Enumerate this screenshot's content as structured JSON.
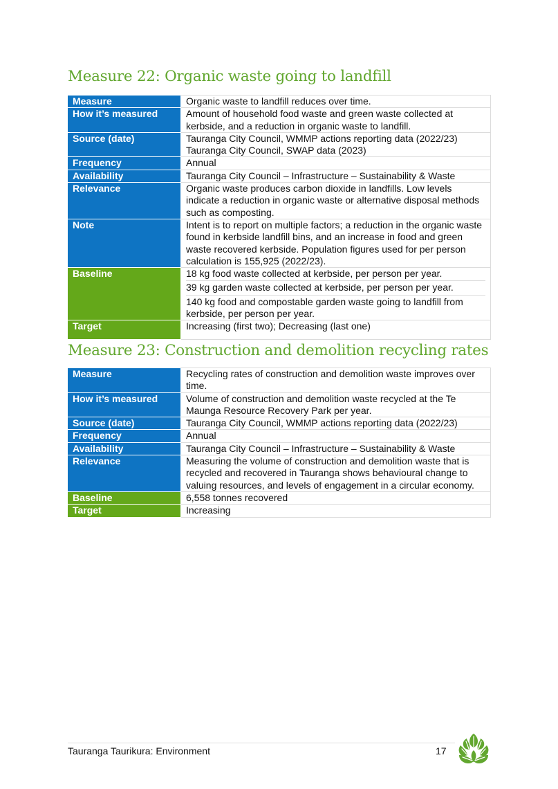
{
  "measure22": {
    "heading": "Measure 22: Organic waste going to landfill",
    "rows": {
      "measure": {
        "label": "Measure",
        "value": "Organic waste to landfill reduces over time."
      },
      "how": {
        "label": "How it’s measured",
        "value": "Amount of household food waste and green waste collected at kerbside, and a reduction in organic waste to landfill."
      },
      "source": {
        "label": "Source (date)",
        "value1": "Tauranga City Council, WMMP actions reporting data (2022/23)",
        "value2": "Tauranga City Council, SWAP data (2023)"
      },
      "frequency": {
        "label": "Frequency",
        "value": "Annual"
      },
      "availability": {
        "label": "Availability",
        "value": "Tauranga City Council – Infrastructure – Sustainability & Waste"
      },
      "relevance": {
        "label": "Relevance",
        "value": "Organic waste produces carbon dioxide in landfills. Low levels indicate a reduction in organic waste or alternative disposal methods such as composting."
      },
      "note": {
        "label": "Note",
        "value": "Intent is to report on multiple factors; a reduction in the organic waste found in kerbside landfill bins, and an increase in food and green waste recovered kerbside. Population figures used for per person calculation is 155,925 (2022/23)."
      },
      "baseline": {
        "label": "Baseline",
        "items": [
          "18 kg food waste collected at kerbside, per person per year.",
          "39 kg garden waste collected at kerbside, per person per year.",
          "140 kg food and compostable garden waste going to landfill from kerbside, per person per year."
        ]
      },
      "target": {
        "label": "Target",
        "value": "Increasing (first two); Decreasing (last one)"
      }
    }
  },
  "measure23": {
    "heading": "Measure 23: Construction and demolition recycling rates",
    "rows": {
      "measure": {
        "label": "Measure",
        "value": "Recycling rates of construction and demolition waste improves over time."
      },
      "how": {
        "label": "How it’s measured",
        "value": "Volume of construction and demolition waste recycled at the Te Maunga Resource Recovery Park per year."
      },
      "source": {
        "label": "Source (date)",
        "value": "Tauranga City Council, WMMP actions reporting data (2022/23)"
      },
      "frequency": {
        "label": "Frequency",
        "value": "Annual"
      },
      "availability": {
        "label": "Availability",
        "value": "Tauranga City Council – Infrastructure – Sustainability & Waste"
      },
      "relevance": {
        "label": "Relevance",
        "value": "Measuring the volume of construction and demolition waste that is recycled and recovered in Tauranga shows behavioural change to valuing resources, and levels of engagement in a circular economy."
      },
      "baseline": {
        "label": "Baseline",
        "value": "6,558 tonnes recovered"
      },
      "target": {
        "label": "Target",
        "value": "Increasing"
      }
    }
  },
  "footer": {
    "text": "Tauranga Taurikura: Environment",
    "page_number": "17",
    "logo_icon": "leaf-logo-icon",
    "logo_color": "#62a72f"
  },
  "colors": {
    "label_blue": "#0e74c3",
    "label_green": "#64a81a",
    "heading_green": "#62a72f"
  }
}
